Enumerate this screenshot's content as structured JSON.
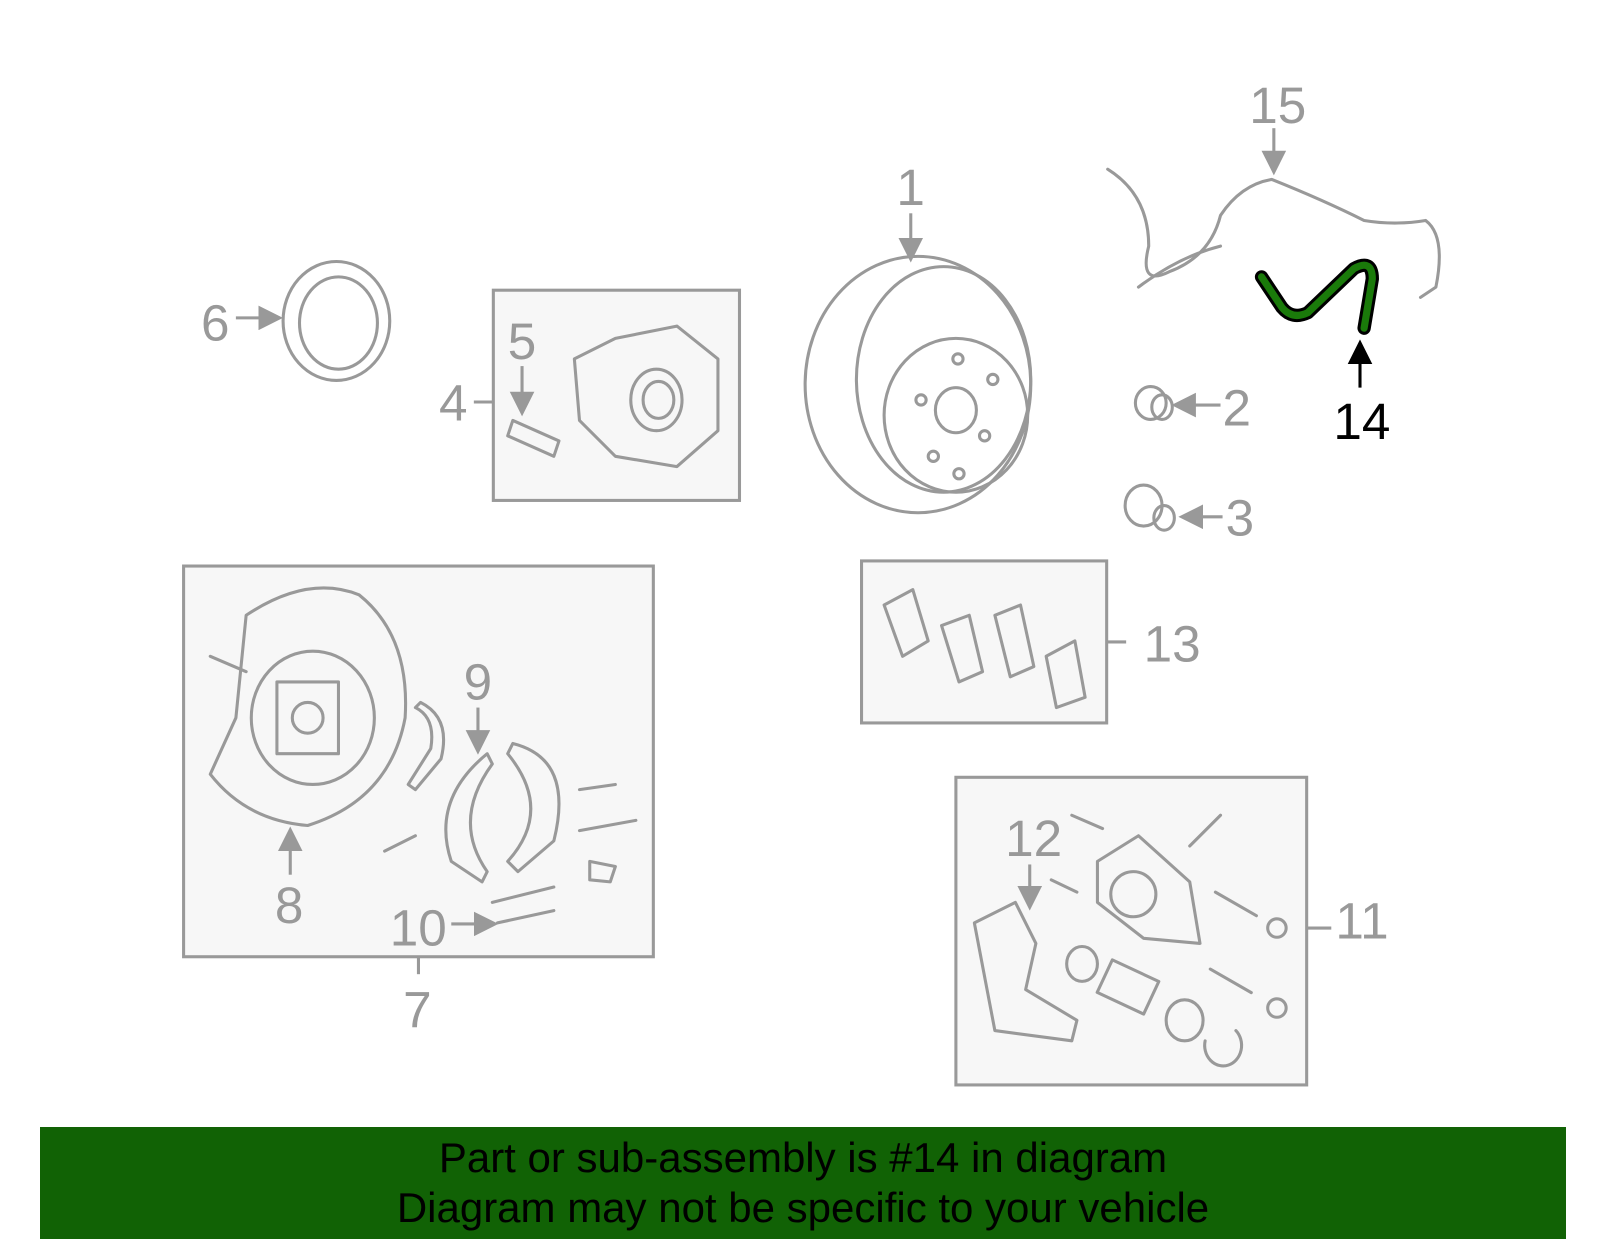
{
  "diagram": {
    "callouts": [
      "1",
      "2",
      "3",
      "4",
      "5",
      "6",
      "7",
      "8",
      "9",
      "10",
      "11",
      "12",
      "13",
      "14",
      "15"
    ],
    "highlighted_callout": "14",
    "highlight_color": "#1a7a0a",
    "line_color": "#999999"
  },
  "banner": {
    "line1": "Part or sub-assembly is #14 in diagram",
    "line2": "Diagram may not be specific to your vehicle",
    "background": "#116205"
  }
}
